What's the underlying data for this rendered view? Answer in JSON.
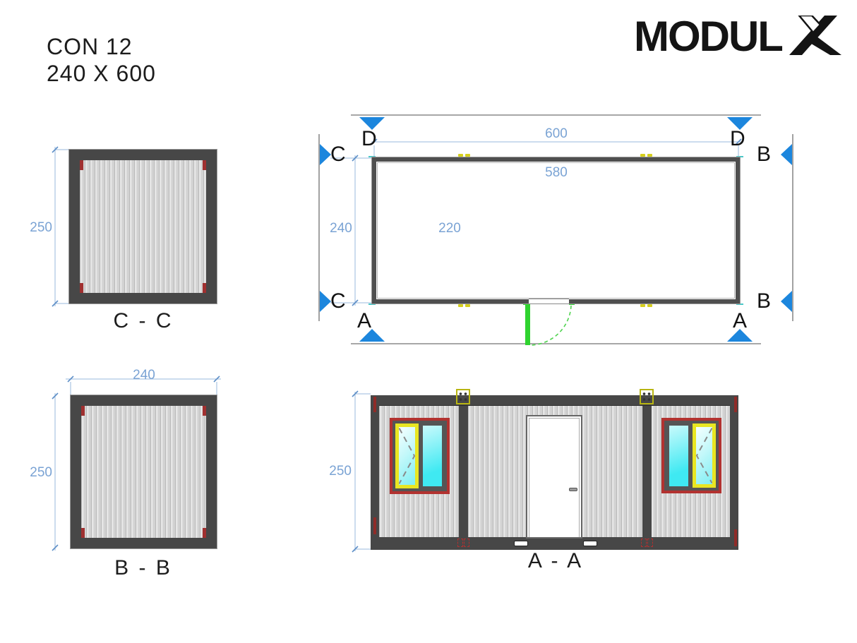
{
  "sheet": {
    "title_line1": "CON 12",
    "title_line2": "240 X 600",
    "brand": "MODUL",
    "brand_x": "X"
  },
  "plan": {
    "dim_width_outer": "600",
    "dim_width_inner": "580",
    "dim_height_outer": "240",
    "dim_height_inner": "220",
    "label_d_left": "D",
    "label_d_right": "D",
    "label_c_top": "C",
    "label_c_bottom": "C",
    "label_b_top": "B",
    "label_b_bottom": "B",
    "label_a_left": "A",
    "label_a_right": "A"
  },
  "section_cc": {
    "label": "C - C",
    "dim_height": "250"
  },
  "section_bb": {
    "label": "B - B",
    "dim_width": "240",
    "dim_height": "250"
  },
  "elevation_aa": {
    "label": "A - A",
    "dim_height": "250"
  },
  "colors": {
    "frame_gray": "#474747",
    "wall_light": "#e0e0e0",
    "accent_blue": "#1c86dd",
    "dim_blue": "#7aa3d4",
    "window_red": "#b23230",
    "window_yellow": "#e9e622",
    "glass_cyan": "#3fe9f2",
    "door_green": "#2fd32f",
    "plan_window_blue": "#2a2ace",
    "connector_yellow": "#d6cf1d"
  }
}
